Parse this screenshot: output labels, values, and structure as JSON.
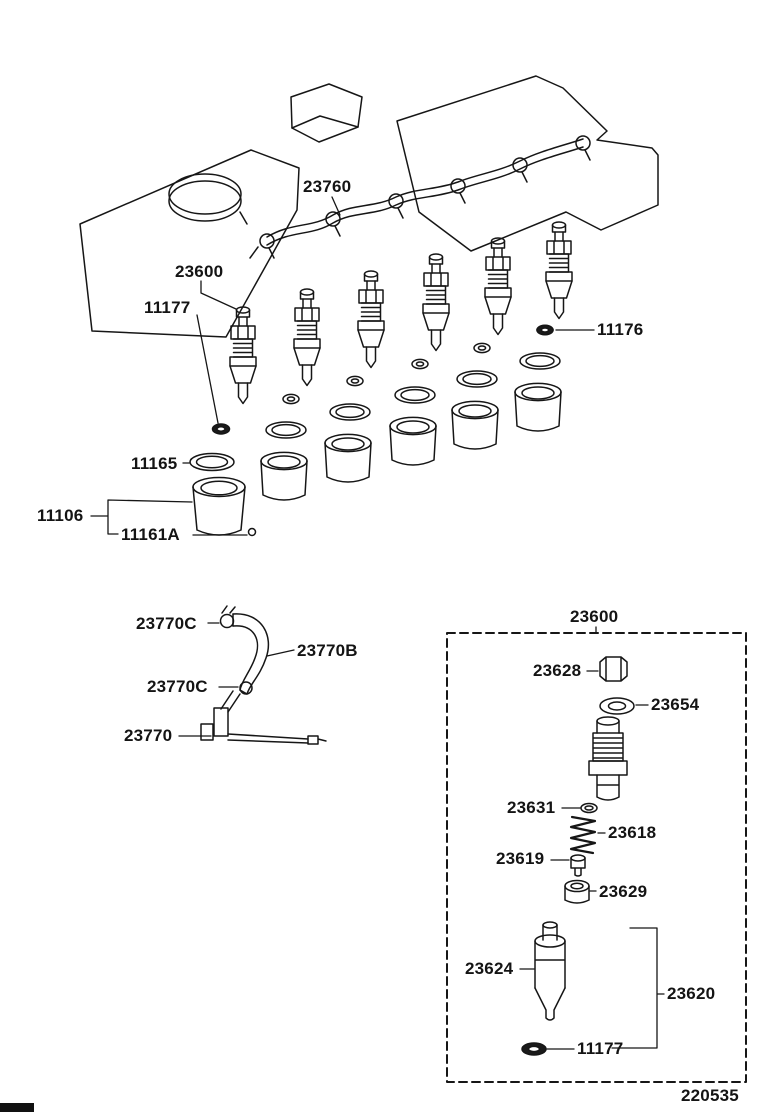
{
  "diagram": {
    "title_hint": "fuel-injection-nozzle-parts-diagram",
    "figure_number": "220535"
  },
  "labels": {
    "p23760": "23760",
    "p23600_main": "23600",
    "p11177_main": "11177",
    "p11176": "11176",
    "p11165": "11165",
    "p11106": "11106",
    "p11161A": "11161A",
    "p23770C_a": "23770C",
    "p23770B": "23770B",
    "p23770C_b": "23770C",
    "p23770": "23770",
    "p23600_inset": "23600",
    "p23628": "23628",
    "p23654": "23654",
    "p23631": "23631",
    "p23618": "23618",
    "p23619": "23619",
    "p23629": "23629",
    "p23624": "23624",
    "p23620": "23620",
    "p11177_inset": "11177",
    "figure_number": "220535"
  }
}
